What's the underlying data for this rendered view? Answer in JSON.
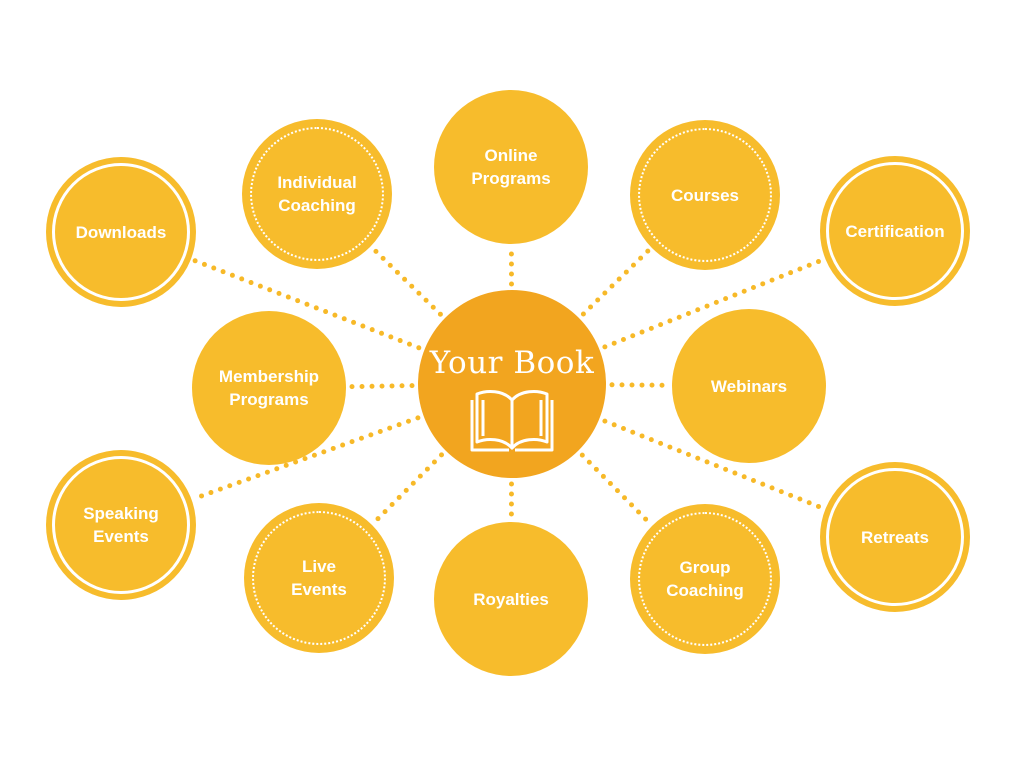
{
  "hub": {
    "title": "Your Book",
    "icon": "open-book-icon"
  },
  "nodes": [
    {
      "id": "online-programs",
      "label": "Online\nPrograms",
      "style": "plain"
    },
    {
      "id": "individual-coaching",
      "label": "Individual\nCoaching",
      "style": "dotted"
    },
    {
      "id": "courses",
      "label": "Courses",
      "style": "dotted"
    },
    {
      "id": "downloads",
      "label": "Downloads",
      "style": "ring"
    },
    {
      "id": "certification",
      "label": "Certification",
      "style": "ring"
    },
    {
      "id": "membership-programs",
      "label": "Membership\nPrograms",
      "style": "plain"
    },
    {
      "id": "webinars",
      "label": "Webinars",
      "style": "plain"
    },
    {
      "id": "speaking-events",
      "label": "Speaking\nEvents",
      "style": "ring"
    },
    {
      "id": "retreats",
      "label": "Retreats",
      "style": "ring"
    },
    {
      "id": "live-events",
      "label": "Live\nEvents",
      "style": "dotted"
    },
    {
      "id": "royalties",
      "label": "Royalties",
      "style": "plain"
    },
    {
      "id": "group-coaching",
      "label": "Group\nCoaching",
      "style": "dotted"
    }
  ],
  "colors": {
    "hub": "#F2A51F",
    "node": "#F7BC2C",
    "connector": "#F7B928",
    "text": "#FFFFFF"
  }
}
